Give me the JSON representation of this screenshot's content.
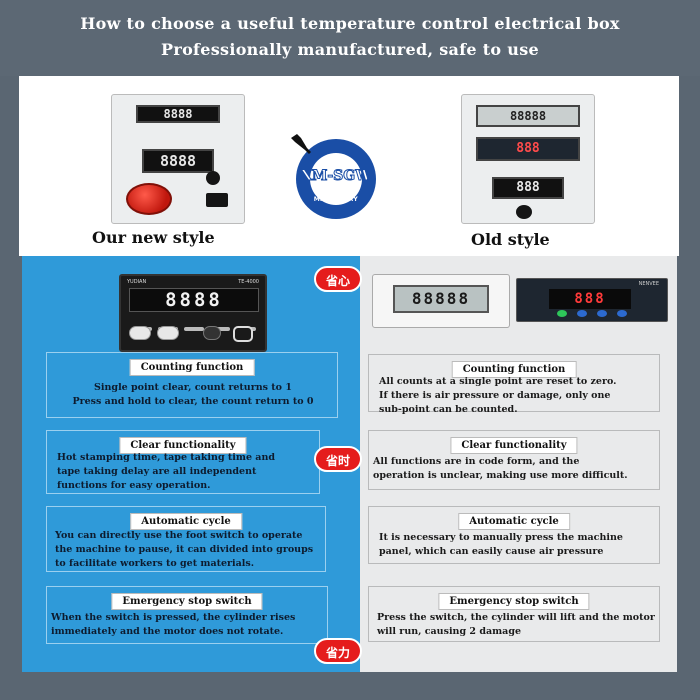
{
  "header": {
    "line1": "How to choose a useful temperature control electrical box",
    "line2": "Professionally manufactured, safe to use"
  },
  "labels": {
    "new_style": "Our new style",
    "old_style": "Old style"
  },
  "logo": {
    "text": "XM-SGW",
    "sub": "MACHINERY"
  },
  "badges": [
    "省心",
    "省时",
    "省力"
  ],
  "device_new": {
    "brand": "YUDIAN",
    "model": "TE-4000",
    "display": "8888",
    "display_small": "8888"
  },
  "device_old": {
    "display": "88888",
    "brand": "NENVEE",
    "display_red": "888"
  },
  "left_features": [
    {
      "title": "Counting function",
      "desc_lines": [
        "Single point clear, count returns to 1",
        "Press and hold to clear, the count return to 0"
      ]
    },
    {
      "title": "Clear functionality",
      "desc_lines": [
        "Hot stamping time, tape taking time and",
        "tape taking delay are all independent",
        "functions for easy operation."
      ]
    },
    {
      "title": "Automatic cycle",
      "desc_lines": [
        "You can directly use the foot switch to operate",
        "the machine to pause, it can divided into groups",
        "to facilitate workers to get materials."
      ]
    },
    {
      "title": "Emergency stop switch",
      "desc_lines": [
        "When the switch is pressed, the cylinder rises",
        "immediately and the motor does not rotate."
      ]
    }
  ],
  "right_features": [
    {
      "title": "Counting function",
      "desc_lines": [
        "All counts at a single point are reset to zero.",
        "If there is air pressure or damage, only one",
        "sub-point can be counted."
      ]
    },
    {
      "title": "Clear functionality",
      "desc_lines": [
        "All functions are in code form, and the",
        "operation is unclear, making use more difficult."
      ]
    },
    {
      "title": "Automatic cycle",
      "desc_lines": [
        "It is necessary to manually press the machine",
        "panel, which can easily cause air pressure"
      ]
    },
    {
      "title": "Emergency stop switch",
      "desc_lines": [
        "Press the switch, the cylinder will lift and the motor",
        "will run, causing 2 damage"
      ]
    }
  ]
}
